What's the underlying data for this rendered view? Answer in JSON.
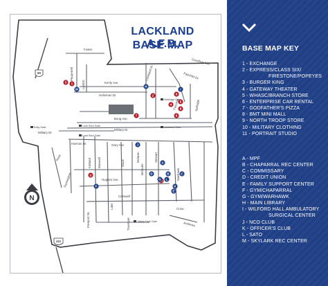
{
  "map": {
    "title_line1": "LACKLAND A.F.B.",
    "title_line2": "BASE MAP",
    "streets": {
      "foster": "Foster",
      "pepperrell": "Pepperrell",
      "luckett": "LuckSt.",
      "kenly": "Kenly Ave.",
      "holloman": "Holloman Dr.",
      "bong": "Bong Ave.",
      "military1": "Military Dr.",
      "military2": "Military Dr.",
      "harmon": "Harmon Dr.",
      "gary": "Gary Ave.",
      "hughes": "Hughes Ave.",
      "carswell": "Carswell",
      "mcguire": "McGuire",
      "truemper": "Truemper",
      "fairchild": "Fairchild",
      "selfridge": "Selfridge",
      "andrews": "Andrews",
      "crow": "Crow",
      "davis": "Davis",
      "stewart": "Stewart",
      "warhawk": "Warhawk",
      "kirtland": "Kirtland",
      "maxwell": "Maxwell",
      "mclaren": "Mclaren",
      "scott": "Scott",
      "pennington": "Pennington",
      "lake": "Lake",
      "freeport": "Freeport Dr.",
      "fairchild_dr": "Fairchild Dr.",
      "lackland_dr": "Lackland Dr.",
      "fairchild_goodhue": "Goodhue Ave."
    },
    "gates": [
      "Kelly Gate",
      "Luke Blvd Gate",
      "Lackland Gate",
      "Selfridge Gate",
      "Luke Blvd Gate",
      "Valley High Gate"
    ],
    "highway_shields": [
      "90",
      "410"
    ],
    "markers": [
      {
        "label": "1",
        "type": "number",
        "color": "#b3202b"
      },
      {
        "label": "2",
        "type": "number",
        "color": "#b3202b"
      },
      {
        "label": "3",
        "type": "number",
        "color": "#b3202b"
      },
      {
        "label": "4",
        "type": "number",
        "color": "#b3202b"
      },
      {
        "label": "5",
        "type": "number",
        "color": "#b3202b"
      },
      {
        "label": "6",
        "type": "number",
        "color": "#b3202b"
      },
      {
        "label": "7",
        "type": "number",
        "color": "#b3202b"
      },
      {
        "label": "8",
        "type": "number",
        "color": "#b3202b"
      },
      {
        "label": "9",
        "type": "number",
        "color": "#b3202b"
      },
      {
        "label": "10",
        "type": "number",
        "color": "#b3202b"
      },
      {
        "label": "11",
        "type": "number",
        "color": "#b3202b"
      },
      {
        "label": "A",
        "type": "letter",
        "color": "#1f3f86"
      },
      {
        "label": "B",
        "type": "letter",
        "color": "#1f3f86"
      },
      {
        "label": "C",
        "type": "letter",
        "color": "#1f3f86"
      },
      {
        "label": "D",
        "type": "letter",
        "color": "#1f3f86"
      },
      {
        "label": "E",
        "type": "letter",
        "color": "#1f3f86"
      },
      {
        "label": "F",
        "type": "letter",
        "color": "#1f3f86"
      },
      {
        "label": "G",
        "type": "letter",
        "color": "#1f3f86"
      },
      {
        "label": "H",
        "type": "letter",
        "color": "#1f3f86"
      },
      {
        "label": "I",
        "type": "letter",
        "color": "#1f3f86"
      },
      {
        "label": "J",
        "type": "letter",
        "color": "#1f3f86"
      },
      {
        "label": "K",
        "type": "letter",
        "color": "#1f3f86"
      },
      {
        "label": "L",
        "type": "letter",
        "color": "#1f3f86"
      },
      {
        "label": "M",
        "type": "letter",
        "color": "#1f3f86"
      }
    ],
    "compass_label": "N"
  },
  "key": {
    "heading": "BASE MAP KEY",
    "numbered": [
      {
        "text": "1 - EXCHANGE"
      },
      {
        "text": "2 - EXPRESS/CLASS SIX/",
        "cont": "FIRESTONE/POPEYES"
      },
      {
        "text": "3 - BURGER KING"
      },
      {
        "text": "4 - GATEWAY THEATER"
      },
      {
        "text": "5 - WHASC/BRANCH STORE"
      },
      {
        "text": "6 - ENTERPRISE CAR RENTAL"
      },
      {
        "text": "7 - GODFATHER'S PIZZA"
      },
      {
        "text": "8 - BMT MINI MALL"
      },
      {
        "text": "9 - NORTH TROOP STORE"
      },
      {
        "text": "10 - MILITARY CLOTHING"
      },
      {
        "text": "11 - PORTRAIT STUDIO"
      }
    ],
    "lettered": [
      {
        "text": "A - MPF"
      },
      {
        "text": "B - CHAPARRAL REC CENTER"
      },
      {
        "text": "C - COMMISSARY"
      },
      {
        "text": "D - CREDIT UNION"
      },
      {
        "text": "E - FAMILY SUPPORT CENTER"
      },
      {
        "text": "F - GYM/CHAPARRAL"
      },
      {
        "text": "G - GYM/WARHAWK"
      },
      {
        "text": "H - MAIN LIBRARY"
      },
      {
        "text": "I - WILFORD HALL AMBULATORY",
        "cont": "SURGICAL CENTER"
      },
      {
        "text": "J - NCO CLUB"
      },
      {
        "text": "K - OFFICER'S CLUB"
      },
      {
        "text": "L - SATO"
      },
      {
        "text": "M - SKYLARK REC CENTER"
      }
    ]
  },
  "colors": {
    "key_bg": "#1f3f86",
    "title": "#1a3d8f",
    "numbered_marker": "#b3202b",
    "lettered_marker": "#1f3f86"
  }
}
